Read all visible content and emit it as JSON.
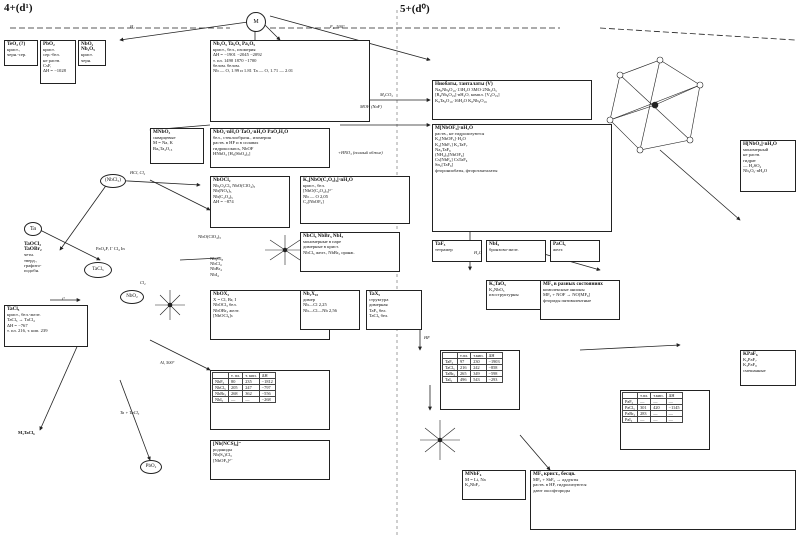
{
  "headers": {
    "left": "4+(d¹)",
    "right": "5+(d⁰)"
  },
  "circles": {
    "m": "M",
    "ta": "Ta",
    "tacl5": "TaCl₅",
    "nbcl5": "(NbCl₅)",
    "nbo2": "NbO₂",
    "pbo2": "PbO₂"
  },
  "boxes": {
    "tel": {
      "title": "TeO₂ (?)",
      "lines": [
        "крист.,",
        "черн.-сер."
      ]
    },
    "pbo": {
      "title": "PbO₂",
      "lines": [
        "крист.",
        "сер.-бел.",
        "не раств.",
        "CsF,",
        "ΔH = −1028"
      ]
    },
    "nbo2b": {
      "title": "NbO₂ Nb₂O₅",
      "lines": [
        "крист.",
        "черн."
      ]
    },
    "top_oxides": {
      "title": "Nb₂O₅   Ta₂O₅   Pa₂O₅",
      "lines": [
        "крист., бел., изомерия",
        "ΔH = −1901   −2045   −2092",
        "т. пл. 1490   1870   −1700",
        "белом.   белом.",
        "Nb — O, 1.99 и 1.81   Ta — O, 1.71 — 2.01"
      ]
    },
    "mid_oxides": {
      "title": "NbO₂·nH₂O   TaO₂·nH₂O   PaO₂H₂O",
      "lines": [
        "бел., стеклообразн., изомерия",
        "раств. в HF и в сплавах",
        "гидроксокись, NbOF",
        "HNbO₃   [H₃(SbO₄)₂]"
      ]
    },
    "nbcl_box": {
      "title": "MNbO₃",
      "lines": [
        "скварцевые",
        "M = Na, K",
        "Ba₅Ta₄O₁₅"
      ]
    },
    "niobates": {
      "title": "Ниобаты, танталаты (V)",
      "lines": [
        "Na₈Nb₆O₁₉·13H₂O   3MO·2Nb₂O₅",
        "[R₆Nb₆O₁₉]·nH₂O, компл. [V₆O₁₉]",
        "K₈Ta₆O₁₉·16H₂O   K₈Nb₆O₁₉"
      ]
    },
    "fluoro": {
      "title": "M[NbOF₅]·nH₂O",
      "lines": [
        "раств., не гидролизуются",
        "K₂[NbOF₅]·H₂O",
        "K₂[NbF₇]   K₂TaF₇",
        "Na₃TaF₈",
        "(NH₄)₃[NbOF₆]",
        "Cs[NbF₆]   CsTaF₆",
        "Sn₂[TaF₆]",
        "фторониобаты, фторотанталаты"
      ]
    },
    "nbocl": {
      "title": "NbOCl₂",
      "lines": [
        "Nb₂O₃Cl₅   NbO(ClO₄)₃",
        "Nb(NO₃)₅",
        "Nb(C₂O₄)₅",
        "ΔH = −874"
      ]
    },
    "oxalates": {
      "title": "K₃[NbO(C₂O₄)₃]·nH₂O",
      "lines": [
        "крист., бел.",
        "[NbO(C₂O₄)₃]³⁻",
        "Nb — O 2,05",
        "C₂[NbOF₅]"
      ]
    },
    "hnbo": {
      "title": "H[NbO₂]·nH₂O",
      "lines": [
        "мономерный",
        "не раств.",
        "гидрат",
        "— H₂SO₄",
        "Nb₂O₅·nH₂O"
      ]
    },
    "tacl": {
      "title": "TaCl₅",
      "lines": [
        "крист., бел.-желт.",
        "TaCl₅ → TaCl₄",
        "ΔH = −767",
        "т. пл. 216, т. кип. 239"
      ]
    },
    "nbox": {
      "title": "NbOX₃",
      "lines": [
        "X = Cl, Br, I",
        "NbOCl₃ бел.",
        "NbOBr₃ желт.",
        "[NbOCl₃]ₙ"
      ]
    },
    "penta": {
      "title": "NbCl₅   NbBr₅   NbI₅",
      "lines": [
        "мономерные в паре",
        "димерные в крист.",
        "NbCl₅ желт., NbBr₅ оранж."
      ]
    },
    "nbx5": {
      "title": "Nb₂X₁₀",
      "lines": [
        "димер",
        "Nb—Cl 2,25",
        "Nb—Cl—Nb 2,56"
      ]
    },
    "tax": {
      "title": "TaX₅",
      "lines": [
        "структура",
        "димерная",
        "TaF₅ бел.",
        "TaCl₅ бел."
      ]
    },
    "taf": {
      "title": "TaF₅",
      "lines": [
        "тетрамер"
      ]
    },
    "nbi": {
      "title": "NbI₅",
      "lines": [
        "бронзово-желт."
      ]
    },
    "pacl": {
      "title": "PaCl₅",
      "lines": [
        "желт.",
        "PaBr₅ оранж.-кр."
      ]
    },
    "tao": {
      "title": "K₃TaO₅",
      "lines": [
        "K₃NbO₅",
        "изоструктурны"
      ]
    },
    "mfx": {
      "title": "MF₅ в разных состояниях",
      "lines": [
        "комплексные анионы",
        "MF₅ + NOF → NO[MF₆]",
        "фториды пятивалентные"
      ]
    },
    "bottom_right": {
      "title": "MF₅ крист., бесцв.",
      "lines": [
        "MF₅ + SbF₅ → аддукты",
        "раств. в HF, гидролизуются",
        "дают оксофториды"
      ]
    },
    "sulf": {
      "title": "[Nb(NCS)₆]⁻",
      "lines": [
        "роданиды",
        "Nb(S₂)Cl₃",
        "[NbOF₅]²⁻"
      ]
    },
    "mnb": {
      "title": "MNbF₆",
      "lines": [
        "M = Li, Na",
        "K₂NbF₇"
      ]
    },
    "kpaf": {
      "title": "KPaF₆",
      "lines": [
        "K₂PaF₇",
        "K₃PaF₈",
        "смешанные"
      ]
    }
  },
  "tables": {
    "mid": {
      "cols": [
        "",
        "т. пл.",
        "т. кип.",
        "ΔH"
      ],
      "rows": [
        [
          "NbF₅",
          "80",
          "235",
          "−1812"
        ],
        [
          "NbCl₅",
          "205",
          "247",
          "−797"
        ],
        [
          "NbBr₅",
          "268",
          "362",
          "−556"
        ],
        [
          "NbI₅",
          "—",
          "—",
          "−268"
        ]
      ]
    },
    "ta": {
      "cols": [
        "",
        "т.пл.",
        "т.кип.",
        "ΔH"
      ],
      "rows": [
        [
          "TaF₅",
          "97",
          "230",
          "−1903"
        ],
        [
          "TaCl₅",
          "216",
          "242",
          "−858"
        ],
        [
          "TaBr₅",
          "265",
          "349",
          "−598"
        ],
        [
          "TaI₅",
          "496",
          "543",
          "−293"
        ]
      ]
    },
    "pa": {
      "cols": [
        "",
        "т.пл.",
        "т.кип.",
        "ΔH"
      ],
      "rows": [
        [
          "PaF₅",
          "—",
          "—",
          "—"
        ],
        [
          "PaCl₅",
          "301",
          "420",
          "−1145"
        ],
        [
          "PaBr₅",
          "283",
          "—",
          "—"
        ],
        [
          "PaI₅",
          "—",
          "—",
          "—"
        ]
      ]
    }
  },
  "arrow_labels": {
    "h2": "H₂",
    "f2": "F₂, 500°",
    "hno3": "+HNO₃ (полный обжиг)",
    "moh": "MOH (NaF)",
    "hcl": "HCl, Cl₂",
    "m2co3": "M₂CO₃",
    "h2o": "H₂O",
    "hf": "HF",
    "cl2": "Cl₂",
    "al": "Al, 500°",
    "heat": "t°",
    "ta_ta": "Ta + TaCl₅"
  },
  "free_text": {
    "left_col": [
      "TaOCl₂",
      "TaOBr₂",
      "четн.",
      "тверд.,",
      "графито-",
      "подобн."
    ],
    "pa_line": "PaO₂F, Г Cl₄ In",
    "bottom_left": "M₃TaCl₆",
    "bottom_center": [
      "Nb₃Cl₈",
      "NbCl₄",
      "NbBr₄",
      "NbI₄"
    ],
    "center_small": "NbO(ClO₄)₃"
  }
}
